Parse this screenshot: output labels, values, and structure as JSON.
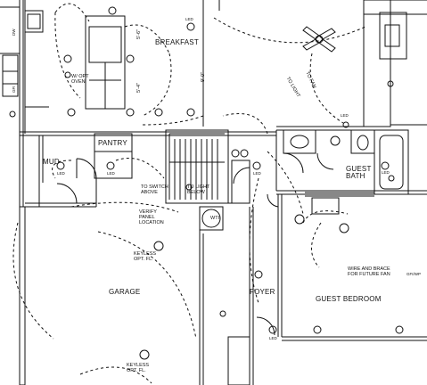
{
  "rooms": {
    "breakfast": "BREAKFAST",
    "pantry": "PANTRY",
    "mud": "MUD",
    "garage": "GARAGE",
    "foyer": "FOYER",
    "guest_bedroom": "GUEST BEDROOM",
    "guest_bath": "GUEST\nBATH"
  },
  "notes": {
    "to_switch_above": "TO SWITCH\nABOVE",
    "to_light_below": "TO LIGHT\nBELOW",
    "verify_panel": "VERIFY\nPANEL\nLOCATION",
    "keyless_1": "KEYLESS\nOPT. FL.",
    "keyless_2": "KEYLESS\nOPT. FL.",
    "wire_brace": "WIRE AND BRACE\nFOR FUTURE FAN",
    "wopt_oven": "W/ OPT\nOVEN",
    "wti": "WTI",
    "to_light": "TO LIGHT",
    "to_fan": "TO FAN",
    "dim_5_6": "5'-6\"",
    "dim_5_4": "5'-4\"",
    "dim_9_0": "9'-0\"",
    "gfi_wp": "GFI/WP"
  },
  "fixtures": {
    "led": "LED",
    "gfi": "GFI",
    "dw": "DW"
  },
  "colors": {
    "line": "#111111",
    "background": "#ffffff"
  }
}
